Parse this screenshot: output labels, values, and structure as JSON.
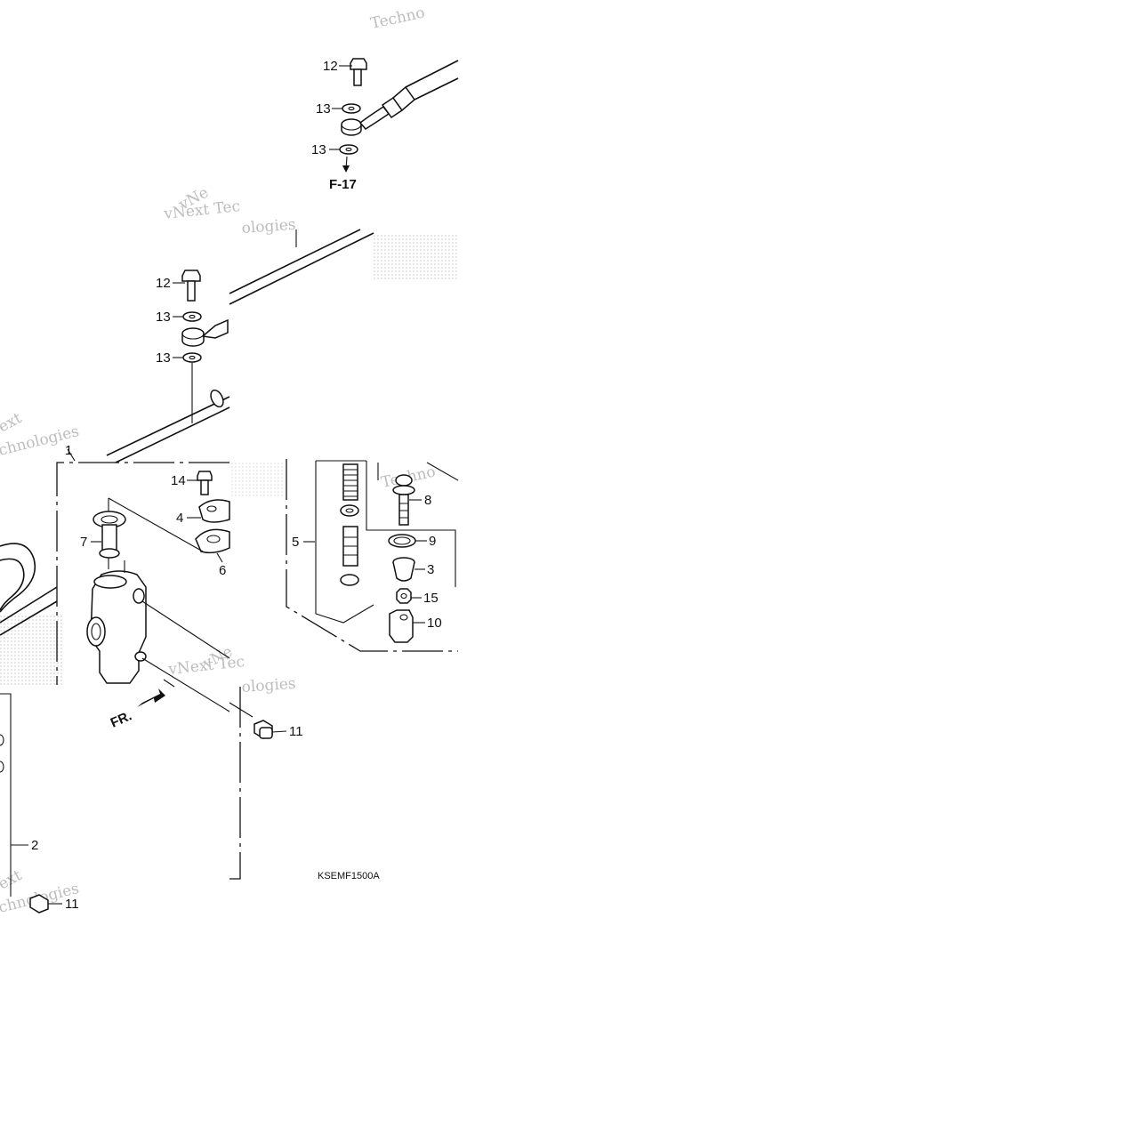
{
  "diagram": {
    "callouts": [
      {
        "id": "c12a",
        "text": "12"
      },
      {
        "id": "c13a",
        "text": "13"
      },
      {
        "id": "c13b",
        "text": "13"
      },
      {
        "id": "c12b",
        "text": "12"
      },
      {
        "id": "c13c",
        "text": "13"
      },
      {
        "id": "c13d",
        "text": "13"
      },
      {
        "id": "c14",
        "text": "14"
      },
      {
        "id": "c4",
        "text": "4"
      },
      {
        "id": "c7",
        "text": "7"
      },
      {
        "id": "c6",
        "text": "6"
      },
      {
        "id": "c5",
        "text": "5"
      },
      {
        "id": "c8",
        "text": "8"
      },
      {
        "id": "c9",
        "text": "9"
      },
      {
        "id": "c3",
        "text": "3"
      },
      {
        "id": "c15",
        "text": "15"
      },
      {
        "id": "c10",
        "text": "10"
      },
      {
        "id": "c11a",
        "text": "11"
      },
      {
        "id": "c2",
        "text": "2"
      },
      {
        "id": "c11b",
        "text": "11"
      },
      {
        "id": "c1",
        "text": "1"
      }
    ],
    "reference_label": "F-17",
    "direction_label": "FR.",
    "diagram_code": "KSEMF1500A",
    "watermarks": [
      "Techno",
      "vNext Tec",
      "ologies",
      "vNe",
      "ext",
      "chnologies",
      "vNe",
      "vNext Tec",
      "ologies",
      "ext",
      "chnologies",
      "Techno"
    ]
  }
}
